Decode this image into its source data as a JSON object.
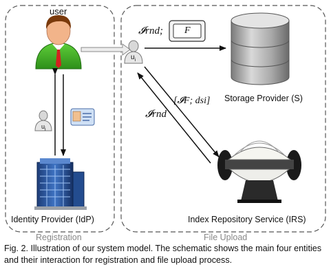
{
  "panels": {
    "registration_label": "Registration",
    "file_upload_label": "File Upload"
  },
  "nodes": {
    "user": "user",
    "idp": "Identity Provider (IdP)",
    "storage": "Storage Provider (S)",
    "irs": "Index Repository Service (IRS)",
    "client_reg": "u",
    "client_reg_sub": "i",
    "client_up": "u",
    "client_up_sub": "i",
    "file_box": "F"
  },
  "edges": {
    "to_storage_label": "𝓘rnd;",
    "to_irs_label": "[𝓘F; dsi]",
    "from_irs_label": "𝓘rnd"
  },
  "caption": "Fig. 2.  Illustration of our system model. The schematic shows the main four entities and their interaction for registration and file upload process."
}
